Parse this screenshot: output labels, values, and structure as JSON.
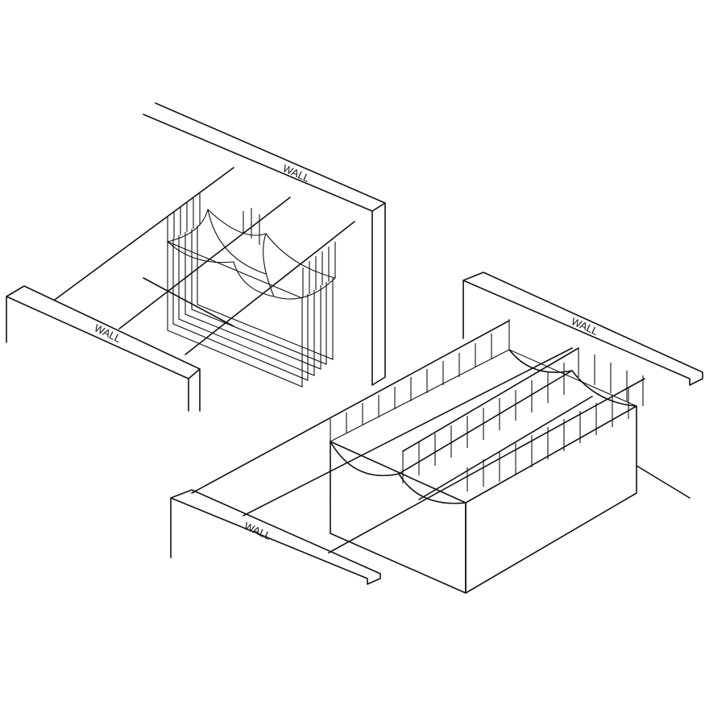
{
  "labels": {
    "top_back_wall": "WALL",
    "top_left_wall": "WALL",
    "bottom_right_wall": "WALL",
    "bottom_left_wall": "WALL"
  }
}
